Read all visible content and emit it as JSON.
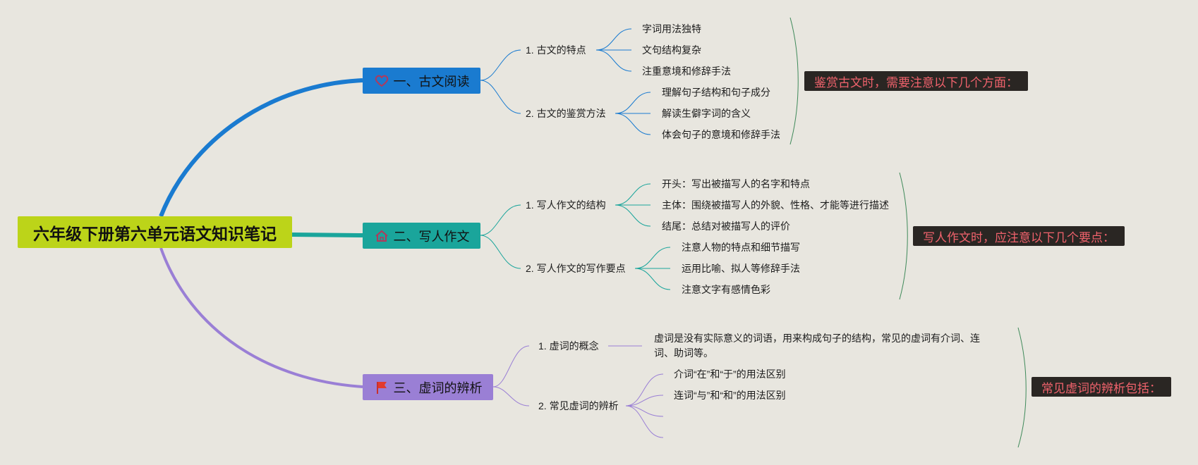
{
  "root": {
    "title": "六年级下册第六单元语文知识笔记"
  },
  "branches": [
    {
      "label": "一、古文阅读",
      "icon": "heart-icon",
      "color": "#1a7bd0",
      "summary": "鉴赏古文时，需要注意以下几个方面：",
      "topics": [
        {
          "label": "1. 古文的特点",
          "items": [
            "字词用法独特",
            "文句结构复杂",
            "注重意境和修辞手法"
          ]
        },
        {
          "label": "2. 古文的鉴赏方法",
          "items": [
            "理解句子结构和句子成分",
            "解读生僻字词的含义",
            "体会句子的意境和修辞手法"
          ]
        }
      ]
    },
    {
      "label": "二、写人作文",
      "icon": "home-icon",
      "color": "#1aa59b",
      "summary": "写人作文时，应注意以下几个要点：",
      "topics": [
        {
          "label": "1. 写人作文的结构",
          "items": [
            "开头：写出被描写人的名字和特点",
            "主体：围绕被描写人的外貌、性格、才能等进行描述",
            "结尾：总结对被描写人的评价"
          ]
        },
        {
          "label": "2. 写人作文的写作要点",
          "items": [
            "注意人物的特点和细节描写",
            "运用比喻、拟人等修辞手法",
            "注意文字有感情色彩"
          ]
        }
      ]
    },
    {
      "label": "三、虚词的辨析",
      "icon": "flag-icon",
      "color": "#9a7fd5",
      "summary": "常见虚词的辨析包括：",
      "topics": [
        {
          "label": "1. 虚词的概念",
          "description": "虚词是没有实际意义的词语，用来构成句子的结构，常见的虚词有介词、连词、助词等。"
        },
        {
          "label": "2. 常见虚词的辨析",
          "items": [
            "介词“在”和“于”的用法区别",
            "连词“与”和“和”的用法区别",
            "",
            ""
          ]
        }
      ]
    }
  ],
  "colors": {
    "background": "#e8e6df",
    "root": "#bcd419",
    "summary_bg": "#2a2623",
    "summary_text": "#f0626c",
    "bracket": "#3f8a5a"
  }
}
